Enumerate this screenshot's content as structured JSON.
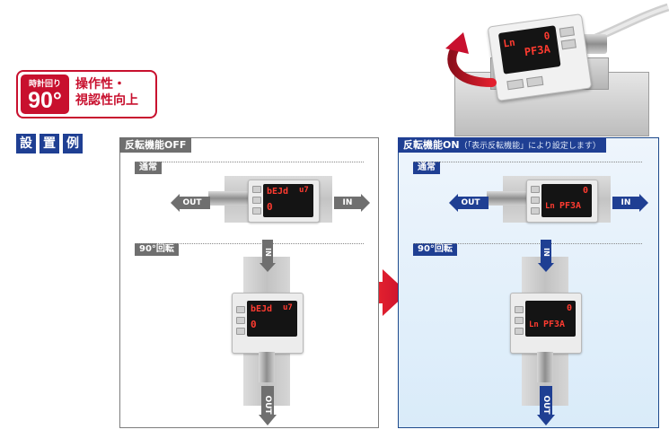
{
  "badge": {
    "small": "時計回り",
    "degree": "90°",
    "line1": "操作性・",
    "line2": "視認性向上"
  },
  "section_heading": [
    "設",
    "置",
    "例"
  ],
  "left_panel": {
    "title": "反転機能OFF",
    "normal_label": "通常",
    "rotated_label": "90°回転",
    "display_top_a": "bEJd",
    "display_top_b": "u7",
    "display_bottom": "0",
    "out": "OUT",
    "in": "IN"
  },
  "right_panel": {
    "title": "反転機能ON",
    "subtitle": "（「表示反転機能」により設定します）",
    "normal_label": "通常",
    "rotated_label": "90°回転",
    "display_top": "0",
    "display_bottom_a": "Ln",
    "display_bottom_b": "PF3A",
    "out": "OUT",
    "in": "IN"
  },
  "photo_display": {
    "top_left": "Ln",
    "top_right": "PF3A",
    "bottom": "0"
  },
  "colors": {
    "accent_red": "#c8102e",
    "navy": "#1f3f93",
    "gray_label": "#6f6f6f",
    "display_red": "#ff3b30"
  }
}
